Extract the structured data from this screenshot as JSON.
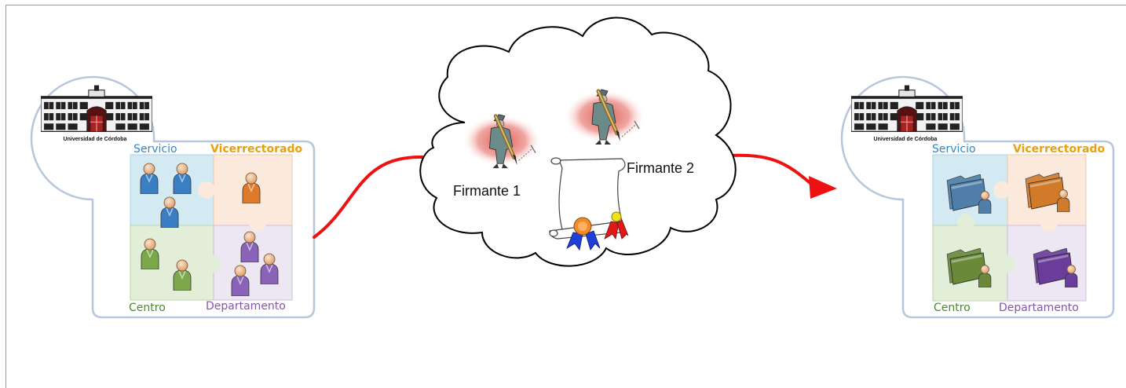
{
  "university": {
    "name": "Universidad de Córdoba"
  },
  "areas": {
    "servicio": {
      "label": "Servicio",
      "color": "#2f87c8"
    },
    "vicerrectorado": {
      "label": "Vicerrectorado",
      "color": "#e8a010"
    },
    "centro": {
      "label": "Centro",
      "color": "#4a8a2a"
    },
    "departamento": {
      "label": "Departamento",
      "color": "#8a52b0"
    }
  },
  "signers": {
    "one": "Firmante 1",
    "two": "Firmante 2"
  },
  "colors": {
    "arrow": "#ee1111",
    "container_border": "#b7c6dc"
  },
  "icons": [
    "university-building-icon",
    "user-icon",
    "folder-user-icon",
    "signer-figure-icon",
    "scroll-document-icon",
    "award-ribbon-icon"
  ]
}
